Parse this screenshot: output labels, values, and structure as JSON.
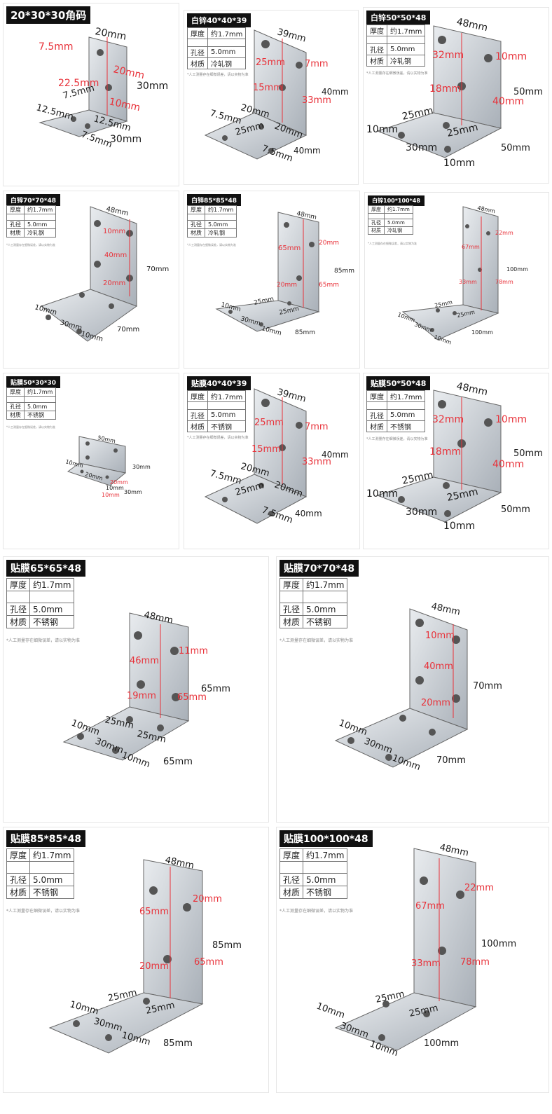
{
  "colors": {
    "title_bg": "#111111",
    "dim_red": "#e8323a",
    "metal": "#c9ced4"
  },
  "row1": [
    {
      "title": "20*30*30角码",
      "labels": [
        "20mm",
        "7.5mm",
        "20mm",
        "22.5mm",
        "10mm",
        "7.5mm",
        "12.5mm",
        "12.5mm",
        "7.5mm",
        "30mm",
        "30mm"
      ]
    },
    {
      "title": "白锌40*40*39",
      "spec": [
        "厚度",
        "约1.7mm",
        "孔径",
        "5.0mm",
        "材质",
        "冷轧钢"
      ],
      "note": "*人工测量存在细微误差，请以实物为准",
      "labels": [
        "39mm",
        "25mm",
        "7mm",
        "15mm",
        "33mm",
        "40mm",
        "20mm",
        "7.5mm",
        "25mm",
        "20mm",
        "7.5mm",
        "40mm"
      ]
    },
    {
      "title": "白锌50*50*48",
      "spec": [
        "厚度",
        "约1.7mm",
        "孔径",
        "5.0mm",
        "材质",
        "冷轧钢"
      ],
      "note": "*人工测量存在细微误差，请以实物为准",
      "labels": [
        "48mm",
        "32mm",
        "10mm",
        "18mm",
        "40mm",
        "50mm",
        "25mm",
        "25mm",
        "10mm",
        "30mm",
        "10mm",
        "50mm"
      ]
    }
  ],
  "row2": [
    {
      "title": "白锌70*70*48",
      "spec": [
        "厚度",
        "约1.7mm",
        "孔径",
        "5.0mm",
        "材质",
        "冷轧钢"
      ],
      "note": "*人工测量存在细微误差，请以实物为准",
      "labels": [
        "48mm",
        "10mm",
        "40mm",
        "70mm",
        "20mm",
        "10mm",
        "30mm",
        "10mm",
        "70mm"
      ]
    },
    {
      "title": "白锌85*85*48",
      "spec": [
        "厚度",
        "约1.7mm",
        "孔径",
        "5.0mm",
        "材质",
        "冷轧钢"
      ],
      "note": "*人工测量存在细微误差，请以实物为准",
      "labels": [
        "48mm",
        "65mm",
        "20mm",
        "85mm",
        "20mm",
        "65mm",
        "25mm",
        "25mm",
        "10mm",
        "30mm",
        "10mm",
        "85mm"
      ]
    },
    {
      "title": "白锌100*100*48",
      "spec": [
        "厚度",
        "约1.7mm",
        "孔径",
        "5.0mm",
        "材质",
        "冷轧钢"
      ],
      "note": "*人工测量存在细微误差，请以实物为准",
      "labels": [
        "48mm",
        "67mm",
        "22mm",
        "100mm",
        "33mm",
        "78mm",
        "25mm",
        "25mm",
        "10mm",
        "30mm",
        "10mm",
        "100mm"
      ]
    }
  ],
  "row3": [
    {
      "title": "贴膜50*30*30",
      "spec": [
        "厚度",
        "约1.7mm",
        "孔径",
        "5.0mm",
        "材质",
        "不锈钢"
      ],
      "note": "*人工测量存在细微误差，请以实物为准",
      "labels": [
        "50mm",
        "30mm",
        "10mm",
        "20mm",
        "20mm",
        "10mm",
        "10mm",
        "30mm"
      ]
    },
    {
      "title": "贴膜40*40*39",
      "spec": [
        "厚度",
        "约1.7mm",
        "孔径",
        "5.0mm",
        "材质",
        "不锈钢"
      ],
      "note": "*人工测量存在细微误差，请以实物为准",
      "labels": [
        "39mm",
        "25mm",
        "7mm",
        "15mm",
        "33mm",
        "40mm",
        "20mm",
        "7.5mm",
        "25mm",
        "20mm",
        "7.5mm",
        "40mm"
      ]
    },
    {
      "title": "贴膜50*50*48",
      "spec": [
        "厚度",
        "约1.7mm",
        "孔径",
        "5.0mm",
        "材质",
        "不锈钢"
      ],
      "note": "*人工测量存在细微误差，请以实物为准",
      "labels": [
        "48mm",
        "32mm",
        "10mm",
        "18mm",
        "40mm",
        "50mm",
        "25mm",
        "25mm",
        "10mm",
        "30mm",
        "10mm",
        "50mm"
      ]
    }
  ],
  "row4": [
    {
      "title": "贴膜65*65*48",
      "spec": [
        "厚度",
        "约1.7mm",
        "孔径",
        "5.0mm",
        "材质",
        "不锈钢"
      ],
      "note": "*人工测量存在细微误差，请以实物为准",
      "labels": [
        "48mm",
        "46mm",
        "11mm",
        "65mm",
        "19mm",
        "65mm",
        "25mm",
        "25mm",
        "10mm",
        "30mm",
        "10mm",
        "65mm"
      ]
    },
    {
      "title": "贴膜70*70*48",
      "spec": [
        "厚度",
        "约1.7mm",
        "孔径",
        "5.0mm",
        "材质",
        "不锈钢"
      ],
      "note": "*人工测量存在细微误差，请以实物为准",
      "labels": [
        "48mm",
        "10mm",
        "40mm",
        "70mm",
        "20mm",
        "10mm",
        "30mm",
        "10mm",
        "70mm"
      ]
    }
  ],
  "row5": [
    {
      "title": "贴膜85*85*48",
      "spec": [
        "厚度",
        "约1.7mm",
        "孔径",
        "5.0mm",
        "材质",
        "不锈钢"
      ],
      "note": "*人工测量存在细微误差，请以实物为准",
      "labels": [
        "48mm",
        "65mm",
        "20mm",
        "85mm",
        "20mm",
        "65mm",
        "25mm",
        "25mm",
        "10mm",
        "30mm",
        "10mm",
        "85mm"
      ]
    },
    {
      "title": "贴膜100*100*48",
      "spec": [
        "厚度",
        "约1.7mm",
        "孔径",
        "5.0mm",
        "材质",
        "不锈钢"
      ],
      "note": "*人工测量存在细微误差，请以实物为准",
      "labels": [
        "48mm",
        "67mm",
        "22mm",
        "100mm",
        "33mm",
        "78mm",
        "25mm",
        "25mm",
        "10mm",
        "30mm",
        "10mm",
        "100mm"
      ]
    }
  ]
}
